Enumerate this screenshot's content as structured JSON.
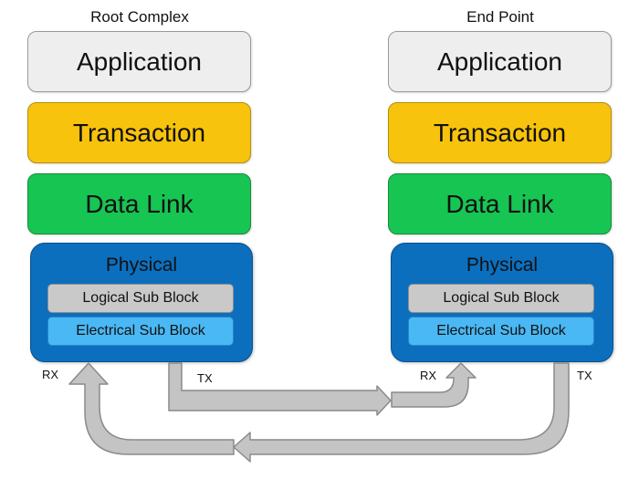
{
  "root_complex": {
    "title": "Root Complex",
    "layers": {
      "application": "Application",
      "transaction": "Transaction",
      "data_link": "Data Link"
    },
    "physical": {
      "title": "Physical",
      "logical_sub_block": "Logical Sub Block",
      "electrical_sub_block": "Electrical Sub Block"
    },
    "rx_label": "RX",
    "tx_label": "TX"
  },
  "end_point": {
    "title": "End Point",
    "layers": {
      "application": "Application",
      "transaction": "Transaction",
      "data_link": "Data Link"
    },
    "physical": {
      "title": "Physical",
      "logical_sub_block": "Logical Sub Block",
      "electrical_sub_block": "Electrical Sub Block"
    },
    "rx_label": "RX",
    "tx_label": "TX"
  },
  "colors": {
    "application": "#eeeeee",
    "transaction": "#f7c30c",
    "data_link": "#17c553",
    "physical": "#0c6fbe",
    "logical_sub_block": "#c9c9c9",
    "electrical_sub_block": "#4ab8f4",
    "arrow_fill": "#c4c4c4",
    "arrow_stroke": "#8a8a8a"
  }
}
